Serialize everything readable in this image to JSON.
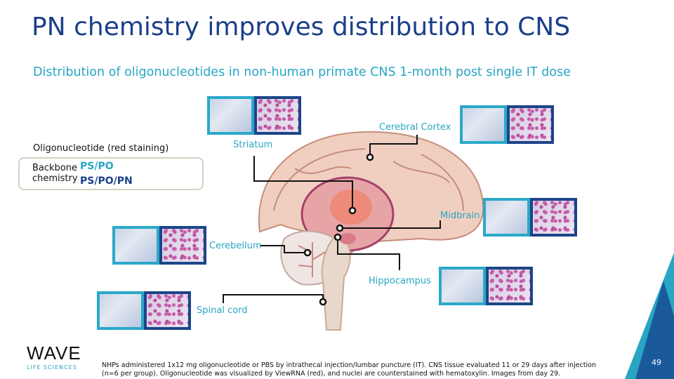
{
  "title": "PN chemistry improves distribution to CNS",
  "subtitle": "Distribution of oligonucleotides in non-human primate CNS 1-month post single IT dose",
  "legend": {
    "title": "Oligonucleotide (red staining)",
    "backbone_line1": "Backbone",
    "backbone_line2": "chemistry",
    "ps_po": "PS/PO",
    "ps_po_pn": "PS/PO/PN"
  },
  "regions": {
    "striatum": "Striatum",
    "cortex": "Cerebral Cortex",
    "midbrain": "Midbrain",
    "cerebellum": "Cerebellum",
    "hippocampus": "Hippocampus",
    "spinal": "Spinal cord"
  },
  "footnote": "NHPs administered  1x12 mg oligonucleotide or PBS by intrathecal injection/lumbar puncture (IT). CNS tissue evaluated 11 or 29 days after injection (n=6 per group). Oligonucleotide was visualized by ViewRNA (red), and nuclei are counterstained with hematoxylin. Images from day 29.",
  "page_number": "49",
  "logo": {
    "name": "WAVE",
    "sub": "LIFE SCIENCES"
  },
  "colors": {
    "navy": "#1b3f8b",
    "cyan": "#29a5c4"
  }
}
